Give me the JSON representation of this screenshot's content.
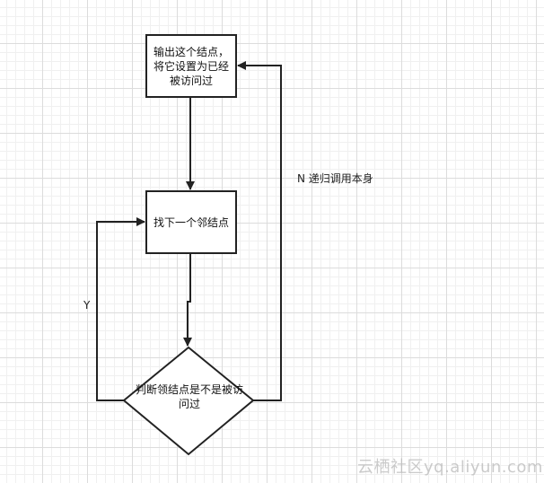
{
  "nodes": {
    "output": "输出这个结点，将它设置为已经被访问过",
    "find": "找下一个邻结点",
    "decision": "判断领结点是不是被访问过"
  },
  "edge_labels": {
    "no": "N 递归调用本身",
    "yes": "Y"
  },
  "watermark": "云栖社区yq.aliyun.com",
  "colors": {
    "stroke": "#222222",
    "grid": "#dcdcdc"
  }
}
